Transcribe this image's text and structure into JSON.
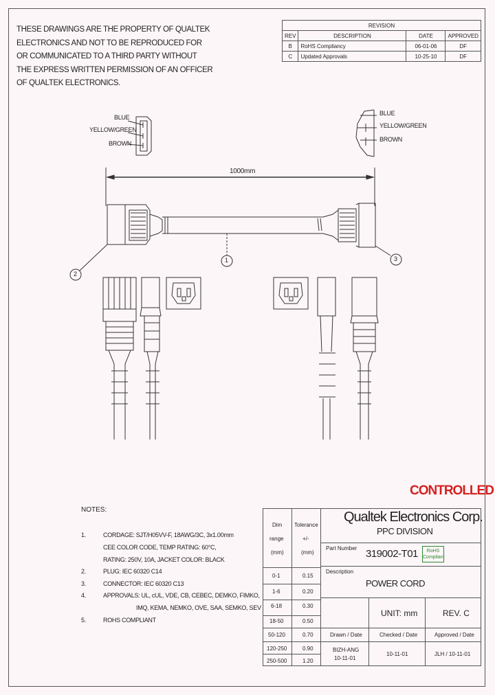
{
  "property_notice": [
    "THESE DRAWINGS ARE THE PROPERTY OF QUALTEK",
    "ELECTRONICS AND NOT TO BE REPRODUCED FOR",
    "OR COMMUNICATED TO A THIRD PARTY WITHOUT",
    "THE EXPRESS WRITTEN PERMISSION OF AN OFFICER",
    "OF QUALTEK ELECTRONICS."
  ],
  "revision": {
    "title": "REVISION",
    "headers": [
      "REV",
      "DESCRIPTION",
      "DATE",
      "APPROVED"
    ],
    "rows": [
      [
        "B",
        "RoHS Compliancy",
        "06-01-06",
        "DF"
      ],
      [
        "C",
        "Updated Approvals",
        "10-25-10",
        "DF"
      ]
    ]
  },
  "wiring": {
    "left": [
      "BLUE",
      "YELLOW/GREEN",
      "BROWN"
    ],
    "right": [
      "BLUE",
      "YELLOW/GREEN",
      "BROWN"
    ]
  },
  "dimension": "1000mm",
  "balloons": [
    "1",
    "2",
    "3"
  ],
  "stamp": "CONTROLLED",
  "notes": {
    "title": "NOTES:",
    "items": [
      {
        "num": "1.",
        "lines": [
          "CORDAGE: SJT/H05VV-F, 18AWG/3C, 3x1.00mm",
          "CEE COLOR CODE, TEMP RATING: 60°C,",
          "RATING: 250V, 10A, JACKET COLOR: BLACK"
        ]
      },
      {
        "num": "2.",
        "lines": [
          "PLUG: IEC 60320 C14"
        ]
      },
      {
        "num": "3.",
        "lines": [
          "CONNECTOR: IEC 60320 C13"
        ]
      },
      {
        "num": "4.",
        "lines": [
          "APPROVALS: UL, cUL, VDE, CB, CEBEC, DEMKO, FIMKO,",
          "IMQ, KEMA, NEMKO, OVE, SAA, SEMKO, SEV"
        ]
      },
      {
        "num": "5.",
        "lines": [
          "ROHS COMPLIANT"
        ]
      }
    ]
  },
  "title_block": {
    "dim_header": [
      "Dim",
      "range",
      "(mm)"
    ],
    "tol_header": [
      "Tolerance",
      "+/-",
      "(mm)"
    ],
    "tolerances": [
      [
        "0-1",
        "0.15"
      ],
      [
        "1-6",
        "0.20"
      ],
      [
        "6-18",
        "0.30"
      ],
      [
        "18-50",
        "0.50"
      ],
      [
        "50-120",
        "0.70"
      ],
      [
        "120-250",
        "0.90"
      ],
      [
        "250-500",
        "1.20"
      ]
    ],
    "company": "Qualtek Electronics Corp.",
    "division": "PPC DIVISION",
    "part_number_label": "Part Number",
    "part_number": "319002-T01",
    "rohs_badge": [
      "RoHS",
      "Compliant"
    ],
    "description_label": "Description",
    "description": "POWER CORD",
    "unit": "UNIT: mm",
    "rev": "REV. C",
    "drawn_label": "Drawn / Date",
    "checked_label": "Checked / Date",
    "approved_label": "Approved / Date",
    "drawn_by": "BIZH-ANG",
    "drawn_date": "10-11-01",
    "checked": "10-11-01",
    "approved": "JLH / 10-11-01"
  }
}
